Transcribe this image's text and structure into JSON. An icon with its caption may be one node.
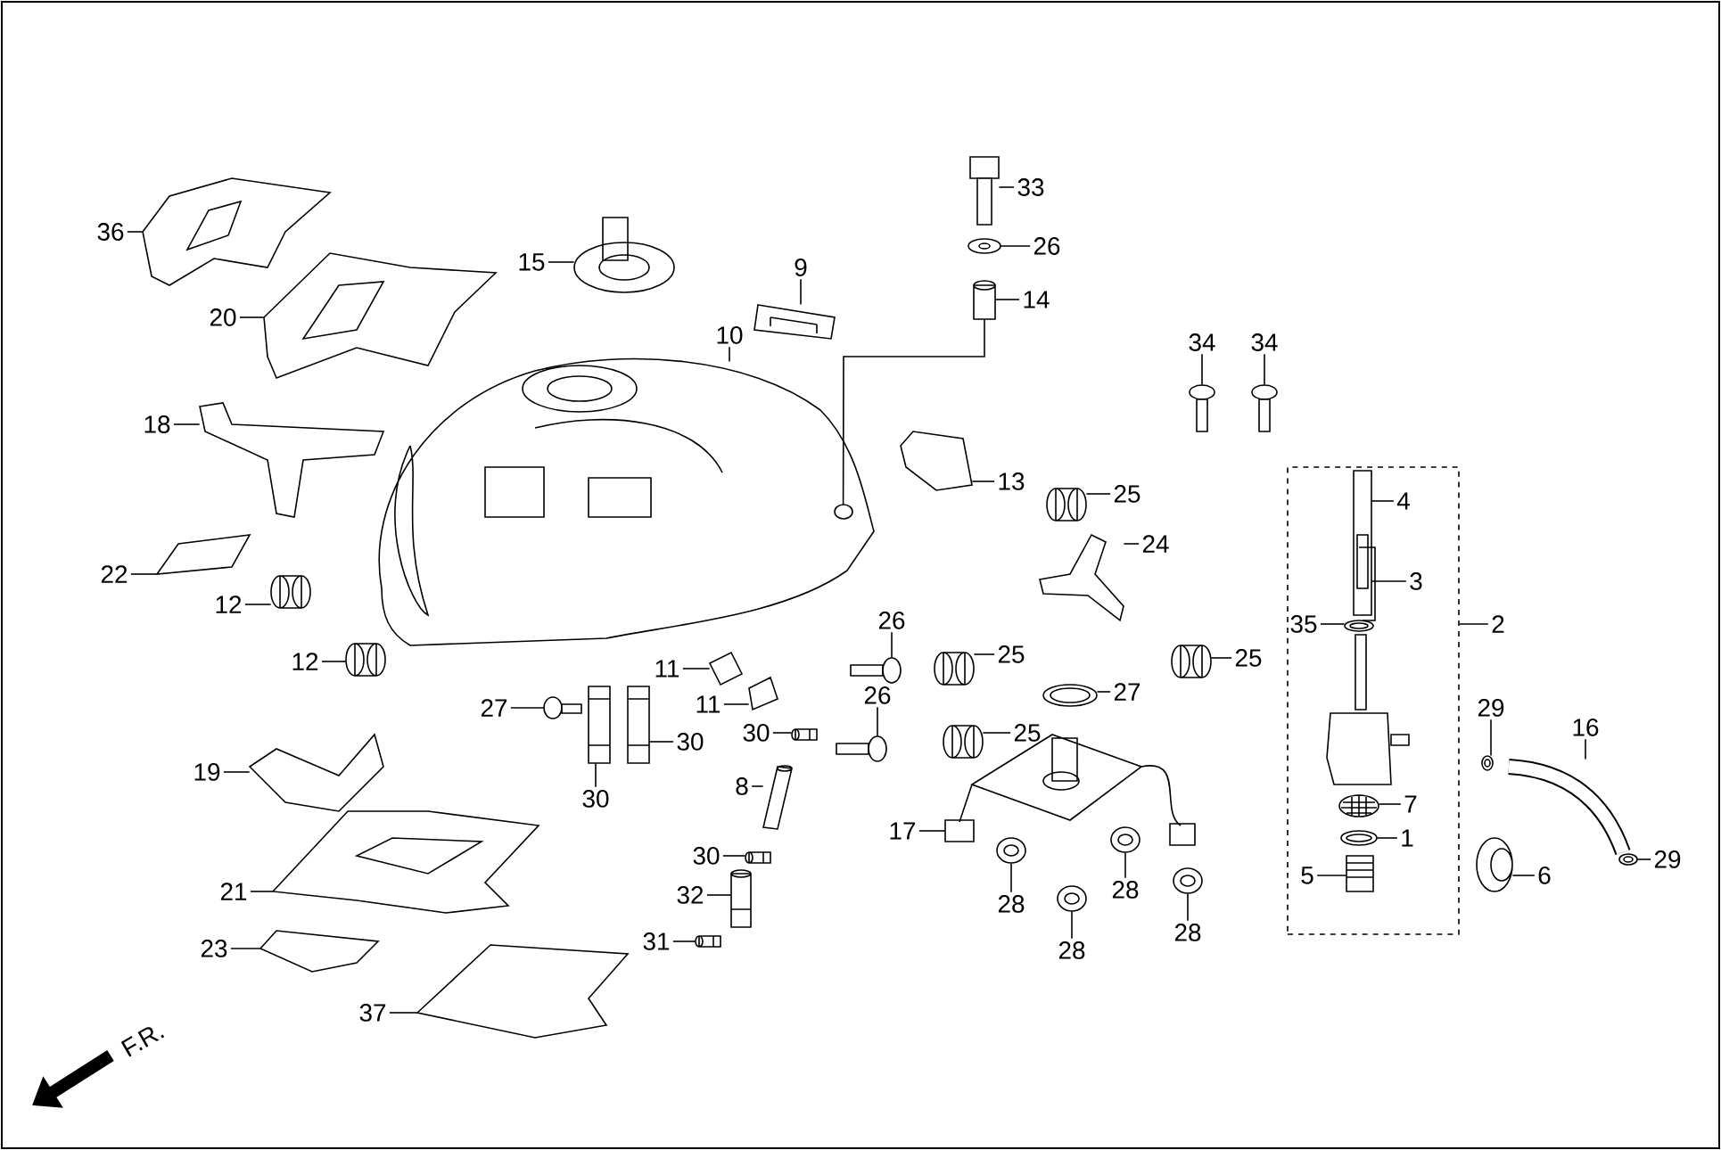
{
  "diagram": {
    "nodes": [
      {
        "text": [
          "36"
        ]
      },
      {
        "text": [
          "33"
        ]
      },
      {
        "text": [
          "26"
        ]
      },
      {
        "text": [
          "15"
        ]
      },
      {
        "text": [
          "9"
        ]
      },
      {
        "text": [
          "20"
        ]
      },
      {
        "text": [
          "14"
        ]
      },
      {
        "text": [
          "10"
        ]
      },
      {
        "text": [
          "34"
        ]
      },
      {
        "text": [
          "34"
        ]
      },
      {
        "text": [
          "18"
        ]
      },
      {
        "text": [
          "13"
        ]
      },
      {
        "text": [
          "25"
        ]
      },
      {
        "text": [],
        "shape": "box"
      },
      {
        "text": [
          "4"
        ],
        "in": 13
      },
      {
        "text": [
          "24"
        ]
      },
      {
        "text": [
          "3"
        ],
        "in": 13
      },
      {
        "text": [
          "22"
        ]
      },
      {
        "text": [
          "12"
        ]
      },
      {
        "text": [
          "35"
        ],
        "in": 13
      },
      {
        "text": [
          "2"
        ]
      },
      {
        "text": [
          "26"
        ]
      },
      {
        "text": [
          "12"
        ]
      },
      {
        "text": [
          "25"
        ]
      },
      {
        "text": [
          "25"
        ]
      },
      {
        "text": [
          "11"
        ]
      },
      {
        "text": [
          "27"
        ]
      },
      {
        "text": [
          "27"
        ]
      },
      {
        "text": [
          "26"
        ]
      },
      {
        "text": [
          "11"
        ]
      },
      {
        "text": [
          "30"
        ]
      },
      {
        "text": [
          "30"
        ]
      },
      {
        "text": [
          "25"
        ]
      },
      {
        "text": [
          "29"
        ]
      },
      {
        "text": [
          "16"
        ]
      },
      {
        "text": [
          "19"
        ]
      },
      {
        "text": [
          "8"
        ]
      },
      {
        "text": [
          "30"
        ]
      },
      {
        "text": [
          "7"
        ],
        "in": 13
      },
      {
        "text": [
          "1"
        ],
        "in": 13
      },
      {
        "text": [
          "17"
        ]
      },
      {
        "text": [
          "30"
        ]
      },
      {
        "text": [
          "29"
        ]
      },
      {
        "text": [
          "5"
        ],
        "in": 13
      },
      {
        "text": [
          "6"
        ]
      },
      {
        "text": [
          "21"
        ]
      },
      {
        "text": [
          "32"
        ]
      },
      {
        "text": [
          "28"
        ]
      },
      {
        "text": [
          "28"
        ]
      },
      {
        "text": [
          "28"
        ]
      },
      {
        "text": [
          "23"
        ]
      },
      {
        "text": [
          "31"
        ]
      },
      {
        "text": [
          "28"
        ]
      },
      {
        "text": [
          "37"
        ]
      },
      {
        "text": [],
        "shape": "picture"
      },
      {
        "text": [],
        "shape": "picture"
      },
      {
        "text": [],
        "shape": "picture"
      },
      {
        "text": [],
        "shape": "picture"
      },
      {
        "text": [],
        "shape": "picture"
      },
      {
        "text": [],
        "shape": "picture"
      },
      {
        "text": [],
        "shape": "picture"
      },
      {
        "text": [],
        "shape": "picture"
      },
      {
        "text": [],
        "shape": "picture"
      },
      {
        "text": [],
        "shape": "picture"
      },
      {
        "text": [],
        "shape": "picture"
      },
      {
        "text": [],
        "shape": "picture"
      },
      {
        "text": [],
        "shape": "picture"
      },
      {
        "text": [],
        "shape": "picture"
      },
      {
        "text": [],
        "shape": "picture"
      },
      {
        "text": [],
        "shape": "picture"
      },
      {
        "text": [],
        "shape": "picture"
      },
      {
        "text": [],
        "shape": "picture"
      },
      {
        "text": [],
        "shape": "picture"
      },
      {
        "text": [],
        "shape": "picture"
      },
      {
        "text": [],
        "shape": "picture",
        "in": 13
      },
      {
        "text": [],
        "shape": "picture",
        "in": 13
      },
      {
        "text": [],
        "shape": "picture",
        "in": 13
      },
      {
        "text": [],
        "shape": "picture",
        "in": 13
      },
      {
        "text": [],
        "shape": "picture",
        "in": 13
      },
      {
        "text": [],
        "shape": "picture",
        "in": 13
      },
      {
        "text": [],
        "shape": "picture"
      },
      {
        "text": [],
        "shape": "picture"
      },
      {
        "text": [],
        "shape": "picture"
      },
      {
        "text": [],
        "shape": "picture"
      },
      {
        "text": [],
        "shape": "picture"
      },
      {
        "text": [],
        "shape": "picture"
      },
      {
        "text": [],
        "shape": "picture"
      },
      {
        "text": [],
        "shape": "picture"
      },
      {
        "text": [],
        "shape": "picture"
      },
      {
        "text": [],
        "shape": "picture"
      },
      {
        "text": [],
        "shape": "picture"
      },
      {
        "text": [],
        "shape": "picture"
      },
      {
        "text": [],
        "shape": "picture"
      },
      {
        "text": [],
        "shape": "picture"
      },
      {
        "text": [],
        "shape": "picture"
      },
      {
        "text": [],
        "shape": "picture"
      },
      {
        "text": [],
        "shape": "picture"
      },
      {
        "text": [],
        "shape": "picture"
      },
      {
        "text": [],
        "shape": "picture"
      },
      {
        "text": [],
        "shape": "picture"
      },
      {
        "text": [],
        "shape": "picture"
      },
      {
        "text": [],
        "shape": "picture"
      },
      {
        "text": [],
        "shape": "picture"
      },
      {
        "text": [],
        "shape": "picture"
      },
      {
        "text": [],
        "shape": "picture"
      },
      {
        "text": [],
        "shape": "picture"
      }
    ],
    "edges": [
      {
        "from": 0,
        "to": 54,
        "arrow": "none"
      },
      {
        "from": 1,
        "to": 63,
        "arrow": "none"
      },
      {
        "from": 2,
        "to": 64,
        "arrow": "none"
      },
      {
        "from": 3,
        "to": 61,
        "arrow": "none"
      },
      {
        "from": 4,
        "to": 62,
        "arrow": "none"
      },
      {
        "from": 5,
        "to": 55,
        "arrow": "none"
      },
      {
        "from": 6,
        "to": 65,
        "arrow": "none"
      },
      {
        "from": 7,
        "to": 60,
        "arrow": "none"
      },
      {
        "from": 8,
        "to": 66,
        "arrow": "none"
      },
      {
        "from": 9,
        "to": 67,
        "arrow": "none"
      },
      {
        "from": 10,
        "to": 56,
        "arrow": "none"
      },
      {
        "from": 11,
        "to": 68,
        "arrow": "none"
      },
      {
        "from": 12,
        "to": 69,
        "arrow": "none"
      },
      {
        "from": 14,
        "to": 74,
        "arrow": "none"
      },
      {
        "from": 15,
        "to": 73,
        "arrow": "none"
      },
      {
        "from": 16,
        "to": 74,
        "arrow": "none"
      },
      {
        "from": 17,
        "to": 57,
        "arrow": "none"
      },
      {
        "from": 18,
        "to": 58,
        "arrow": "none"
      },
      {
        "from": 19,
        "to": 75,
        "arrow": "none"
      },
      {
        "from": 20,
        "to": 13,
        "arrow": "none"
      },
      {
        "from": 21,
        "to": 89,
        "arrow": "none"
      },
      {
        "from": 22,
        "to": 59,
        "arrow": "none"
      },
      {
        "from": 23,
        "to": 70,
        "arrow": "none"
      },
      {
        "from": 24,
        "to": 71,
        "arrow": "none"
      },
      {
        "from": 25,
        "to": 84,
        "arrow": "none"
      },
      {
        "from": 26,
        "to": 86,
        "arrow": "none"
      },
      {
        "from": 27,
        "to": 96,
        "arrow": "none"
      },
      {
        "from": 28,
        "to": 90,
        "arrow": "none"
      },
      {
        "from": 29,
        "to": 85,
        "arrow": "none"
      },
      {
        "from": 30,
        "to": 88,
        "arrow": "none"
      },
      {
        "from": 31,
        "to": 91,
        "arrow": "none"
      },
      {
        "from": 32,
        "to": 72,
        "arrow": "none"
      },
      {
        "from": 33,
        "to": 80,
        "arrow": "none"
      },
      {
        "from": 34,
        "to": 81,
        "arrow": "none"
      },
      {
        "from": 35,
        "to": 102,
        "arrow": "none"
      },
      {
        "from": 36,
        "to": 92,
        "arrow": "none"
      },
      {
        "from": 37,
        "to": 87,
        "arrow": "none"
      },
      {
        "from": 38,
        "to": 77,
        "arrow": "none"
      },
      {
        "from": 39,
        "to": 78,
        "arrow": "none"
      },
      {
        "from": 40,
        "to": 97,
        "arrow": "none"
      },
      {
        "from": 41,
        "to": 93,
        "arrow": "none"
      },
      {
        "from": 42,
        "to": 82,
        "arrow": "none"
      },
      {
        "from": 43,
        "to": 79,
        "arrow": "none"
      },
      {
        "from": 44,
        "to": 83,
        "arrow": "none"
      },
      {
        "from": 45,
        "to": 103,
        "arrow": "none"
      },
      {
        "from": 46,
        "to": 94,
        "arrow": "none"
      },
      {
        "from": 47,
        "to": 98,
        "arrow": "none"
      },
      {
        "from": 48,
        "to": 99,
        "arrow": "none"
      },
      {
        "from": 49,
        "to": 101,
        "arrow": "none"
      },
      {
        "from": 50,
        "to": 104,
        "arrow": "none"
      },
      {
        "from": 51,
        "to": 95,
        "arrow": "none"
      },
      {
        "from": 52,
        "to": 100,
        "arrow": "none"
      },
      {
        "from": 53,
        "to": 105,
        "arrow": "none"
      },
      {
        "from": 65,
        "to": 60,
        "arrow": "none"
      }
    ],
    "labels": [
      "F.R."
    ]
  }
}
